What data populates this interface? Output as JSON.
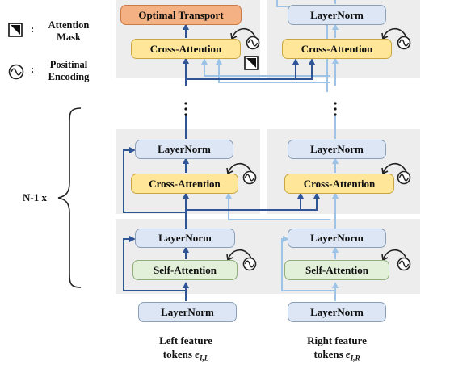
{
  "legend": {
    "mask_colon": ":",
    "mask_line1": "Attention",
    "mask_line2": "Mask",
    "enc_colon": ":",
    "enc_line1": "Positinal",
    "enc_line2": "Encoding"
  },
  "repeat_label": "N-1 x",
  "dots": "⋮",
  "left": {
    "top_output": "Optimal Transport",
    "top_cross": "Cross-Attention",
    "mid_layernorm": "LayerNorm",
    "mid_cross": "Cross-Attention",
    "self_layernorm": "LayerNorm",
    "self_attention": "Self-Attention",
    "input_layernorm": "LayerNorm",
    "input_line1": "Left feature",
    "input_line2_prefix": "tokens ",
    "input_symbol": "e",
    "input_subscript": "I,L"
  },
  "right": {
    "top_layernorm": "LayerNorm",
    "top_cross": "Cross-Attention",
    "mid_layernorm": "LayerNorm",
    "mid_cross": "Cross-Attention",
    "self_layernorm": "LayerNorm",
    "self_attention": "Self-Attention",
    "input_layernorm": "LayerNorm",
    "input_line1": "Right feature",
    "input_line2_prefix": "tokens ",
    "input_symbol": "e",
    "input_subscript": "I,R"
  },
  "colors": {
    "dark_arrow": "#2f5597",
    "light_arrow": "#9dc3e6",
    "panel": "#ededed",
    "layernorm_fill": "#dce6f4",
    "cross_fill": "#ffe699",
    "self_fill": "#e2efd9",
    "ot_fill": "#f4b183"
  }
}
